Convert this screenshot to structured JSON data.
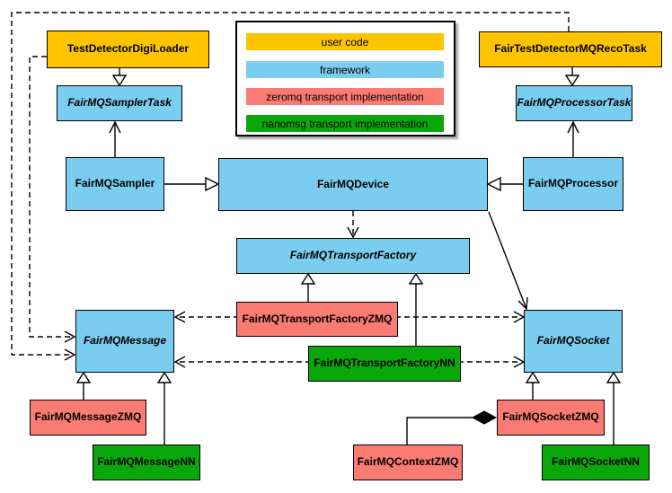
{
  "legend": {
    "items": [
      {
        "label": "user code",
        "color": "#FEC400"
      },
      {
        "label": "framework",
        "color": "#7BCDF0"
      },
      {
        "label": "zeromq transport implementation",
        "color": "#F97B72"
      },
      {
        "label": "nanomsg transport implementation",
        "color": "#0AA70A"
      }
    ]
  },
  "nodes": {
    "digiLoader": {
      "label": "TestDetectorDigiLoader",
      "category": "user code"
    },
    "recoTask": {
      "label": "FairTestDetectorMQRecoTask",
      "category": "user code"
    },
    "samplerTask": {
      "label": "FairMQSamplerTask",
      "category": "framework",
      "abstract": true
    },
    "processorTask": {
      "label": "FairMQProcessorTask",
      "category": "framework",
      "abstract": true
    },
    "sampler": {
      "label": "FairMQSampler",
      "category": "framework"
    },
    "device": {
      "label": "FairMQDevice",
      "category": "framework"
    },
    "processor": {
      "label": "FairMQProcessor",
      "category": "framework"
    },
    "transportFactory": {
      "label": "FairMQTransportFactory",
      "category": "framework",
      "abstract": true
    },
    "factoryZMQ": {
      "label": "FairMQTransportFactoryZMQ",
      "category": "zeromq transport implementation"
    },
    "factoryNN": {
      "label": "FairMQTransportFactoryNN",
      "category": "nanomsg transport implementation"
    },
    "message": {
      "label": "FairMQMessage",
      "category": "framework",
      "abstract": true
    },
    "messageZMQ": {
      "label": "FairMQMessageZMQ",
      "category": "zeromq transport implementation"
    },
    "messageNN": {
      "label": "FairMQMessageNN",
      "category": "nanomsg transport implementation"
    },
    "socket": {
      "label": "FairMQSocket",
      "category": "framework",
      "abstract": true
    },
    "socketZMQ": {
      "label": "FairMQSocketZMQ",
      "category": "zeromq transport implementation"
    },
    "socketNN": {
      "label": "FairMQSocketNN",
      "category": "nanomsg transport implementation"
    },
    "contextZMQ": {
      "label": "FairMQContextZMQ",
      "category": "zeromq transport implementation"
    }
  },
  "relationships": [
    {
      "from": "TestDetectorDigiLoader",
      "to": "FairMQSamplerTask",
      "type": "inheritance"
    },
    {
      "from": "FairTestDetectorMQRecoTask",
      "to": "FairMQProcessorTask",
      "type": "inheritance"
    },
    {
      "from": "FairMQSampler",
      "to": "FairMQSamplerTask",
      "type": "association"
    },
    {
      "from": "FairMQProcessor",
      "to": "FairMQProcessorTask",
      "type": "association"
    },
    {
      "from": "FairMQSampler",
      "to": "FairMQDevice",
      "type": "inheritance"
    },
    {
      "from": "FairMQProcessor",
      "to": "FairMQDevice",
      "type": "inheritance"
    },
    {
      "from": "FairMQDevice",
      "to": "FairMQTransportFactory",
      "type": "dashed-dependency"
    },
    {
      "from": "FairMQDevice",
      "to": "FairMQSocket",
      "type": "association"
    },
    {
      "from": "FairMQTransportFactoryZMQ",
      "to": "FairMQTransportFactory",
      "type": "inheritance"
    },
    {
      "from": "FairMQTransportFactoryNN",
      "to": "FairMQTransportFactory",
      "type": "inheritance"
    },
    {
      "from": "FairMQTransportFactoryZMQ",
      "to": "FairMQMessage",
      "type": "dashed-dependency"
    },
    {
      "from": "FairMQTransportFactoryZMQ",
      "to": "FairMQSocket",
      "type": "dashed-dependency"
    },
    {
      "from": "FairMQTransportFactoryNN",
      "to": "FairMQMessage",
      "type": "dashed-dependency"
    },
    {
      "from": "FairMQTransportFactoryNN",
      "to": "FairMQSocket",
      "type": "dashed-dependency"
    },
    {
      "from": "TestDetectorDigiLoader",
      "to": "FairMQMessage",
      "type": "dashed-dependency"
    },
    {
      "from": "FairTestDetectorMQRecoTask",
      "to": "FairMQMessage",
      "type": "dashed-dependency"
    },
    {
      "from": "FairMQMessageZMQ",
      "to": "FairMQMessage",
      "type": "inheritance"
    },
    {
      "from": "FairMQMessageNN",
      "to": "FairMQMessage",
      "type": "inheritance"
    },
    {
      "from": "FairMQSocketZMQ",
      "to": "FairMQSocket",
      "type": "inheritance"
    },
    {
      "from": "FairMQSocketNN",
      "to": "FairMQSocket",
      "type": "inheritance"
    },
    {
      "from": "FairMQContextZMQ",
      "to": "FairMQSocketZMQ",
      "type": "composition"
    }
  ]
}
